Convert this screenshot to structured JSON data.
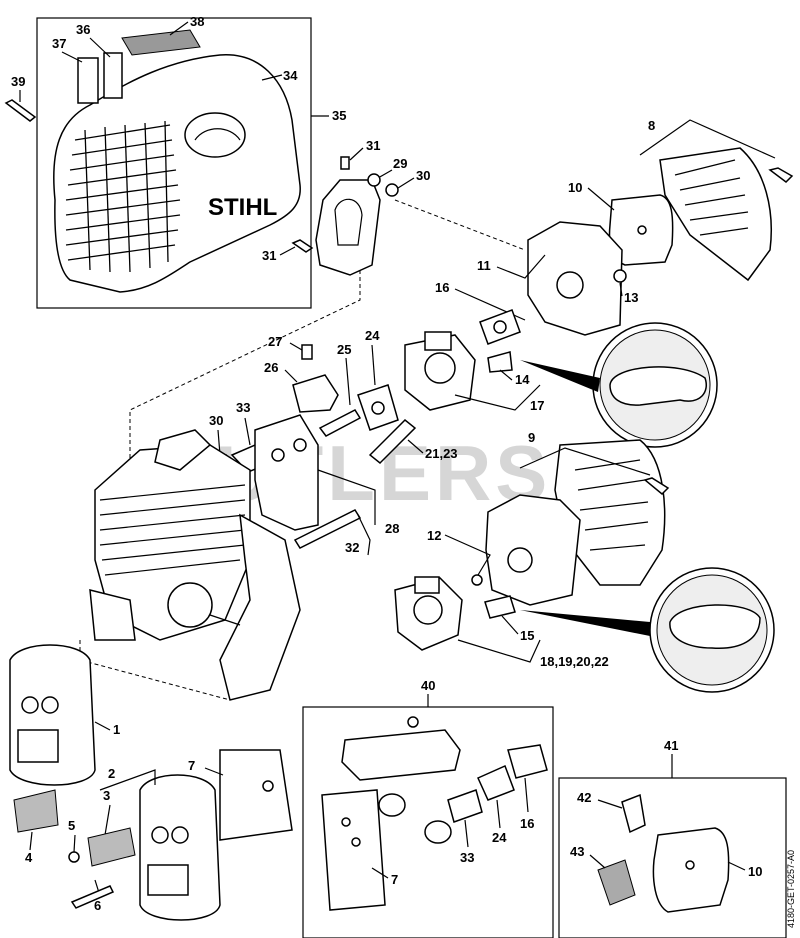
{
  "watermark": "CUTLERS",
  "brand": "STIHL",
  "reference_code": "4180-GET-0257-A0",
  "callouts": {
    "c1": "1",
    "c2": "2",
    "c3": "3",
    "c4": "4",
    "c5": "5",
    "c6": "6",
    "c7a": "7",
    "c7b": "7",
    "c8": "8",
    "c9": "9",
    "c10a": "10",
    "c10b": "10",
    "c11": "11",
    "c12": "12",
    "c13": "13",
    "c14": "14",
    "c15": "15",
    "c16a": "16",
    "c16b": "16",
    "c17": "17",
    "c18": "18,19,20,22",
    "c21": "21,23",
    "c24a": "24",
    "c24b": "24",
    "c25": "25",
    "c26": "26",
    "c27": "27",
    "c28": "28",
    "c29": "29",
    "c30a": "30",
    "c30b": "30",
    "c31a": "31",
    "c31b": "31",
    "c32": "32",
    "c33a": "33",
    "c33b": "33",
    "c34": "34",
    "c35": "35",
    "c36": "36",
    "c37": "37",
    "c38": "38",
    "c39": "39",
    "c40": "40",
    "c41": "41",
    "c42": "42",
    "c43": "43"
  }
}
